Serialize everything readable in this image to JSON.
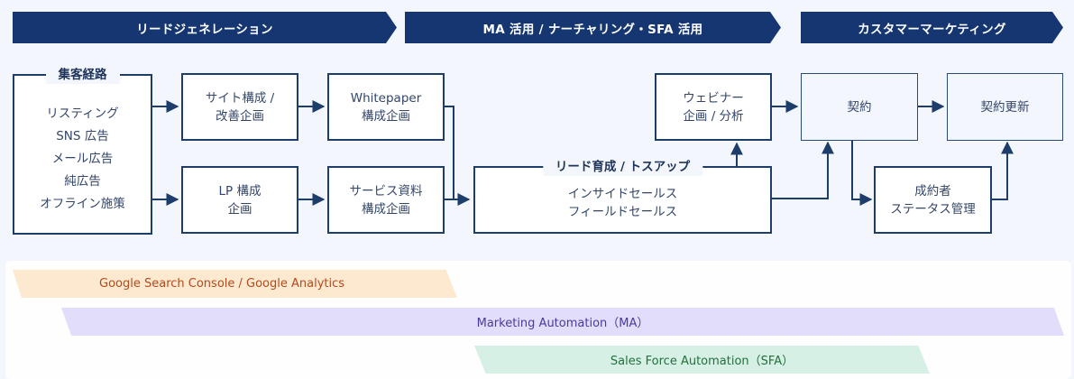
{
  "phases": [
    {
      "label": "リードジェネレーション"
    },
    {
      "label": "MA 活用 / ナーチャリング・SFA 活用"
    },
    {
      "label": "カスタマーマーケティング"
    }
  ],
  "acquisition": {
    "title": "集客経路",
    "channels": [
      "リスティング",
      "SNS 広告",
      "メール広告",
      "純広告",
      "オフライン施策"
    ]
  },
  "nodes": {
    "site": {
      "line1": "サイト構成 /",
      "line2": "改善企画"
    },
    "lp": {
      "line1": "LP 構成",
      "line2": "企画"
    },
    "whitepaper": {
      "line1": "Whitepaper",
      "line2": "構成企画"
    },
    "service_doc": {
      "line1": "サービス資料",
      "line2": "構成企画"
    },
    "nurture": {
      "title": "リード育成 / トスアップ",
      "line1": "インサイドセールス",
      "line2": "フィールドセールス"
    },
    "webinar": {
      "line1": "ウェビナー",
      "line2": "企画 / 分析"
    },
    "contract": {
      "label": "契約"
    },
    "renewal": {
      "label": "契約更新"
    },
    "status": {
      "line1": "成約者",
      "line2": "ステータス管理"
    }
  },
  "tools": [
    {
      "label": "Google Search Console / Google Analytics",
      "color": "#b4491c",
      "bg": "#fde9cf"
    },
    {
      "label": "Marketing Automation（MA）",
      "color": "#4a3a9c",
      "bg": "#e2ddfb"
    },
    {
      "label": "Sales Force Automation（SFA）",
      "color": "#22703c",
      "bg": "#d7f0e5"
    }
  ],
  "colors": {
    "primary": "#153670",
    "line": "#1d3d6b",
    "background": "#f3f6fc"
  }
}
